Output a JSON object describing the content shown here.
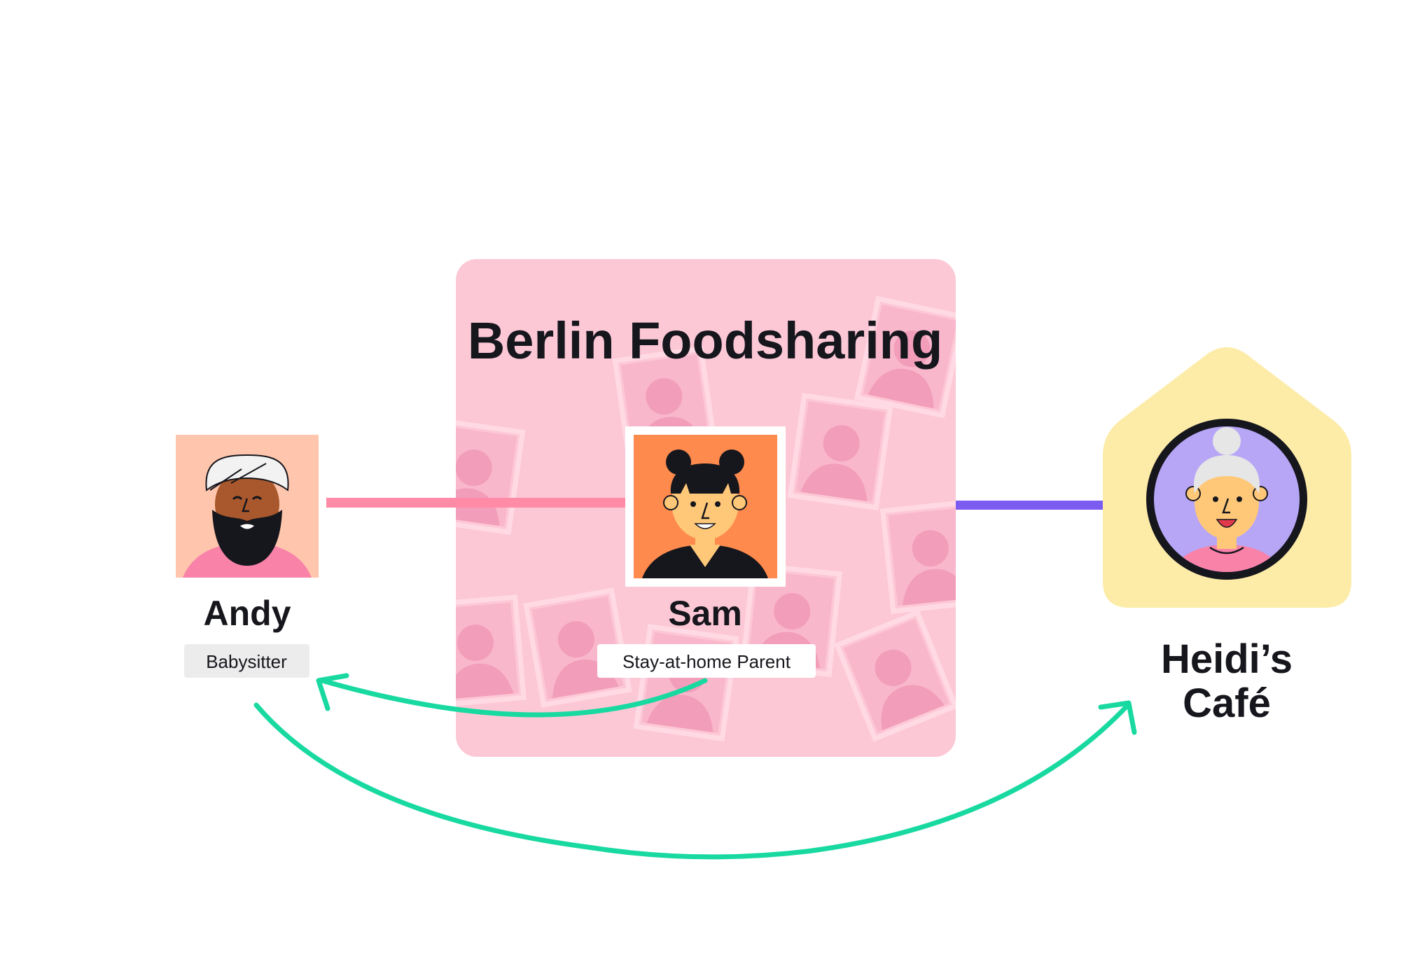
{
  "group": {
    "title": "Berlin Foodsharing"
  },
  "people": [
    {
      "name": "Andy",
      "role": "Babysitter"
    },
    {
      "name": "Sam",
      "role": "Stay-at-home Parent"
    }
  ],
  "venue": {
    "name_line1": "Heidi’s",
    "name_line2": "Café"
  },
  "colors": {
    "group_bg": "#fdc8d6",
    "group_tile": "#f7aec4",
    "andy_link": "#ff8ba7",
    "venue_link": "#7c5cf0",
    "arrows": "#18d9a0",
    "venue_house": "#fdeca8",
    "andy_bg": "#ffc6ad",
    "sam_bg": "#ff8a4d",
    "heidi_bg": "#b7a6f6",
    "tag_grey": "#ececec"
  },
  "icons": [
    "person-silhouette-icon",
    "arrow-head-icon",
    "house-icon"
  ]
}
